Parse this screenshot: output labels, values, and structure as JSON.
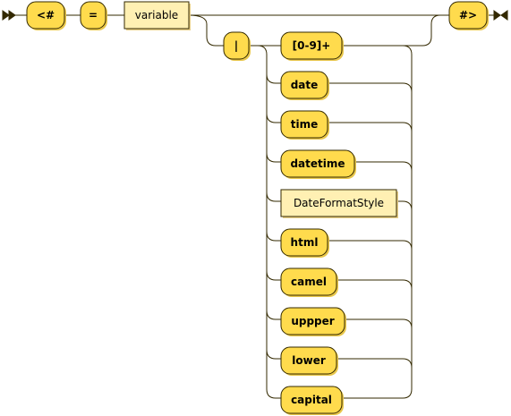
{
  "diagram": {
    "sequence": [
      {
        "kind": "terminal",
        "label": "<#"
      },
      {
        "kind": "terminal",
        "label": "="
      },
      {
        "kind": "nonterminal",
        "label": "variable"
      },
      {
        "kind": "terminal",
        "label": "#>"
      }
    ],
    "pipe": {
      "kind": "terminal",
      "label": "|"
    },
    "choices": [
      {
        "kind": "terminal",
        "label": "[0-9]+"
      },
      {
        "kind": "terminal",
        "label": "date"
      },
      {
        "kind": "terminal",
        "label": "time"
      },
      {
        "kind": "terminal",
        "label": "datetime"
      },
      {
        "kind": "nonterminal",
        "label": "DateFormatStyle"
      },
      {
        "kind": "terminal",
        "label": "html"
      },
      {
        "kind": "terminal",
        "label": "camel"
      },
      {
        "kind": "terminal",
        "label": "uppper"
      },
      {
        "kind": "terminal",
        "label": "lower"
      },
      {
        "kind": "terminal",
        "label": "capital"
      }
    ]
  },
  "colors": {
    "terminal_fill": "#ffdb4d",
    "nonterminal_fill": "#fff0b3",
    "stroke": "#332900"
  }
}
